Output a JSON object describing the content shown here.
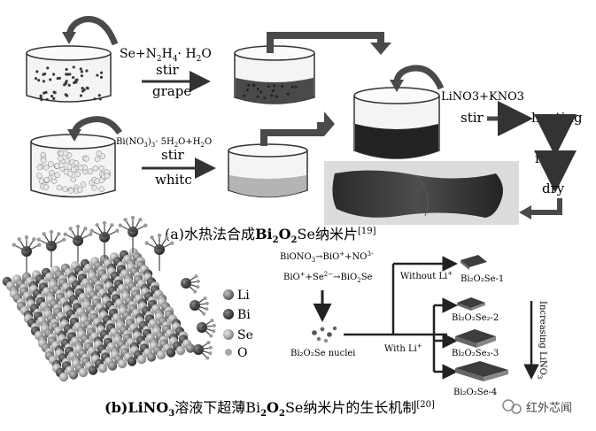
{
  "panel_a": {
    "row1": {
      "reaction_main": "Se+N",
      "sub1": "2",
      "reaction_mid": "H",
      "sub2": "4",
      "reaction_end": "· H",
      "sub3": "2",
      "reaction_tail": "O",
      "stir": "stir",
      "color": "grape"
    },
    "row2": {
      "reaction_a": "Bi(NO",
      "sub1": "3",
      "reaction_b": ")",
      "sub2": "3",
      "reaction_c": "· 5H",
      "sub3": "2",
      "reaction_d": "O+H",
      "sub4": "2",
      "reaction_e": "O",
      "stir": "stir",
      "color": "whitc"
    },
    "right": {
      "reagent": "LiNO3+KNO3",
      "stir": "stir",
      "heating": "heating",
      "filter": "filtcr",
      "dry": "dry"
    },
    "caption_a": "(a)水热法合成",
    "caption_b": "Bi",
    "caption_sub1": "2",
    "caption_c": "O",
    "caption_sub2": "2",
    "caption_d": "Se纳米片",
    "caption_ref": "[19]"
  },
  "panel_b": {
    "legend": [
      {
        "label": "Li",
        "color": "#7a7a7a"
      },
      {
        "label": "Bi",
        "color": "#2e2e2e"
      },
      {
        "label": "Se",
        "color": "#9a9a9a"
      },
      {
        "label": "O",
        "color": "#b8b8b8"
      }
    ],
    "eq1_a": "BiONO",
    "eq1_sub": "3",
    "eq1_b": "→BiO",
    "eq1_sup1": "+",
    "eq1_c": "+NO",
    "eq1_sup2": "3-",
    "eq2_a": "BiO",
    "eq2_sup1": "+",
    "eq2_b": "+Se",
    "eq2_sup2": "2−",
    "eq2_c": "→BiO",
    "eq2_sub": "2",
    "eq2_d": "Se",
    "nuclei": "Bi₂O₂Se nuclei",
    "without_li": "Without Li",
    "with_li": "With Li",
    "plus": "+",
    "product1": "Bi₂O₂Se-1",
    "product2": "Bi₂O₂Se₂-2",
    "product3": "Bi₂O₂Se₃-3",
    "product4": "Bi₂O₂Se-4",
    "increasing": "Increasing LiNO",
    "increasing_sub": "3",
    "caption_a": "(b)LiNO",
    "caption_sub1": "3",
    "caption_b": "溶液下超薄Bi",
    "caption_sub2": "2",
    "caption_c": "O",
    "caption_sub3": "2",
    "caption_d": "Se纳米片的生长机制",
    "caption_ref": "[20]"
  },
  "watermark": "红外芯闻"
}
